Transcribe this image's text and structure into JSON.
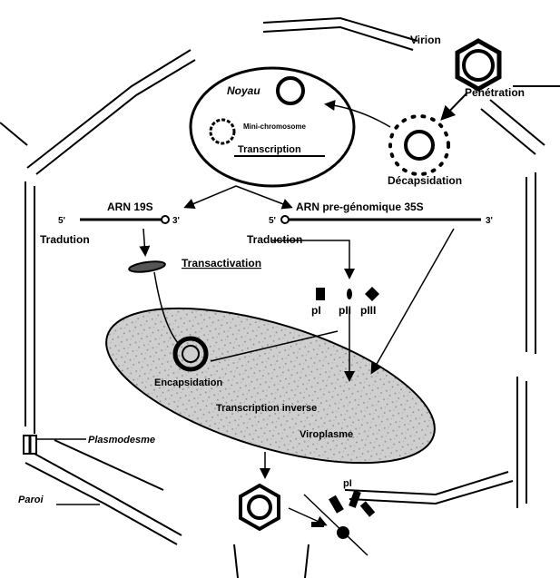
{
  "labels": {
    "virion": "Virion",
    "penetration": "Pénétration",
    "noyau": "Noyau",
    "minichromosome": "Mini-chromosome",
    "transcription": "Transcription",
    "decapsidation": "Décapsidation",
    "arn19s": "ARN 19S",
    "arn35s": "ARN pre-génomique 35S",
    "prime5_a": "5'",
    "prime3_a": "3'",
    "prime5_b": "5'",
    "prime3_b": "3'",
    "traduction_left": "Tradution",
    "traduction_right": "Traduction",
    "transactivation": "Transactivation",
    "pI": "pI",
    "pII": "pII",
    "pIII": "pIII",
    "encapsidation": "Encapsidation",
    "transcription_inverse": "Transcription inverse",
    "viroplasme": "Viroplasme",
    "plasmodesme": "Plasmodesme",
    "paroi": "Paroi",
    "pI_bottom": "pI"
  },
  "colors": {
    "ink": "#000000",
    "viroplasm_fill": "#c9c9c9",
    "background": "#ffffff"
  },
  "icons": {
    "virion": "hexagon-ring-icon",
    "protein_pI": "rectangle-icon",
    "protein_pII": "oval-icon",
    "protein_pIII": "diamond-icon"
  }
}
